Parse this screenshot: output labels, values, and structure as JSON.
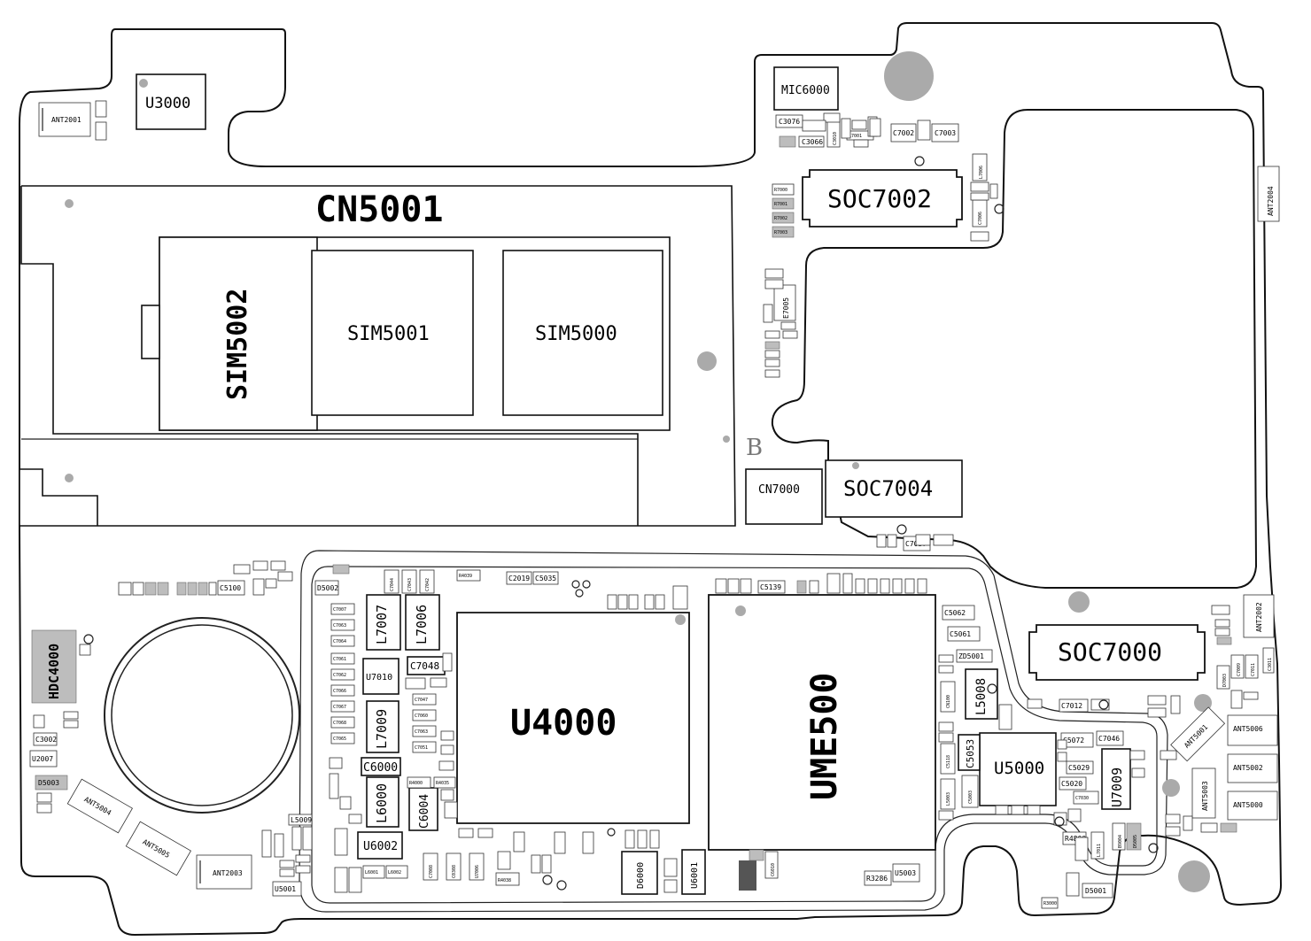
{
  "title": "",
  "board": {
    "major": {
      "cn5001": "CN5001",
      "sim5002": "SIM5002",
      "sim5001": "SIM5001",
      "sim5000": "SIM5000",
      "u4000": "U4000",
      "ume500": "UME500",
      "soc7002": "SOC7002",
      "soc7004": "SOC7004",
      "soc7000": "SOC7000",
      "cn7000": "CN7000",
      "u3000": "U3000",
      "mic6000": "MIC6000",
      "hdc4000": "HDC4000",
      "u5000": "U5000",
      "l7007": "L7007",
      "l7006": "L7006",
      "l7009": "L7009",
      "l6000": "L6000",
      "c6004": "C6004",
      "u7009": "U7009",
      "l5008": "L5008",
      "c5053": "C5053",
      "c6000": "C6000",
      "u6002": "U6002",
      "u7010": "U7010",
      "c7048": "C7048",
      "u6001": "U6001",
      "d6000": "D6000",
      "marker_b": "B"
    },
    "antennas": {
      "ant2001": "ANT2001",
      "ant2003": "ANT2003",
      "ant2004": "ANT2004",
      "ant2002": "ANT2002",
      "ant5004": "ANT5004",
      "ant5005": "ANT5005",
      "ant5006": "ANT5006",
      "ant5002": "ANT5002",
      "ant5000": "ANT5000",
      "ant5003": "ANT5003",
      "ant5001": "ANT5001"
    },
    "small": {
      "c3076": "C3076",
      "c3066": "C3066",
      "c7002": "C7002",
      "c7003": "C7003",
      "l7006b": "L7006",
      "r7000": "R7000",
      "r7001": "R7001",
      "r7002": "R7002",
      "r7003": "R7003",
      "e7005": "E7005",
      "c7037": "C7037",
      "c5062": "C5062",
      "c5061": "C5061",
      "zd5001": "ZD5001",
      "c5072": "C5072",
      "c5029": "C5029",
      "c5020": "C5020",
      "c7046": "C7046",
      "c7012": "C7012",
      "r4800": "R4800",
      "d5001": "D5001",
      "d5002": "D5002",
      "d5003": "D5003",
      "c5100": "C5100",
      "c5139": "C5139",
      "c2019": "C2019",
      "c5035": "C5035",
      "r4039": "R4039",
      "r4000": "R4000",
      "r4035": "R4035",
      "r4038": "R4038",
      "r3286": "R3286",
      "u5003": "U5003",
      "u5001": "U5001",
      "l5009": "L5009",
      "u2007": "U2007",
      "c3002": "C3002",
      "c7007": "C7007",
      "c7063": "C7063",
      "c7064": "C7064",
      "c7061": "C7061",
      "c7062": "C7062",
      "c7066": "C7066",
      "c7067": "C7067",
      "c7068": "C7068",
      "c7065": "C7065",
      "c7044": "C7044",
      "c7043": "C7043",
      "c7042": "C7042",
      "c7047": "C7047",
      "c7060": "C7060",
      "c7063b": "C7063",
      "c7051": "C7051",
      "l6001": "L6001",
      "l6002": "L6002",
      "c7008": "C7008",
      "c0308": "C0308",
      "u7006": "U7006",
      "l5003": "L5003",
      "c5003": "C5003",
      "c5118": "C5118",
      "c5100b": "CN100",
      "c7030": "C7030",
      "l7011": "L7011",
      "b9004": "B9004",
      "d5005": "D5005",
      "c6010": "C6010",
      "u5002": "L7001",
      "c3010": "C3010",
      "r3000": "R3000",
      "c3011": "C3011",
      "c7011": "C7011",
      "c7009": "C7009",
      "d7003": "D7003",
      "c7006": "C7006"
    }
  }
}
